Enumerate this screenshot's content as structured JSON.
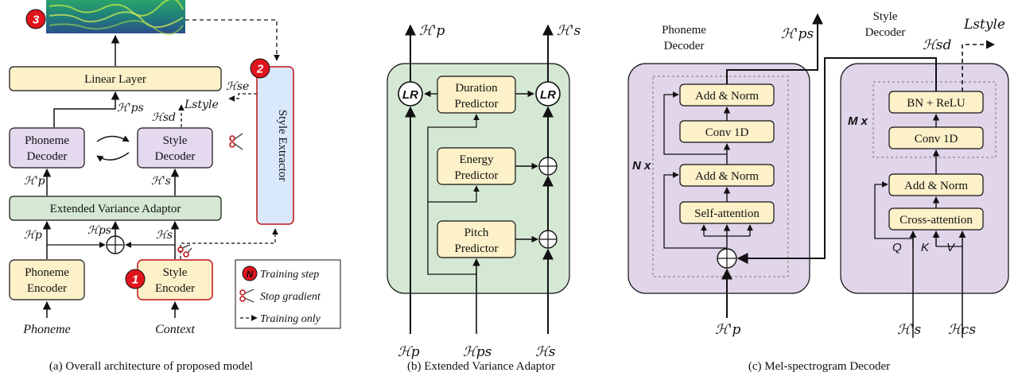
{
  "colors": {
    "box_yellow": "#fdf1c9",
    "box_purple": "#e4d9ef",
    "box_green": "#d5e8d4",
    "box_blue": "#dae8fc",
    "panel_purple": "#e1d5ea",
    "panel_green": "#d5e8d4",
    "marker_red": "#e0141c"
  },
  "panel_a": {
    "caption": "(a) Overall architecture of proposed model",
    "linear_layer": "Linear Layer",
    "phoneme_decoder": [
      "Phoneme",
      "Decoder"
    ],
    "style_decoder": [
      "Style",
      "Decoder"
    ],
    "extended_variance_adaptor": "Extended Variance Adaptor",
    "phoneme_encoder": [
      "Phoneme",
      "Encoder"
    ],
    "style_encoder": [
      "Style",
      "Encoder"
    ],
    "style_extractor": "Style Extractor",
    "input_phoneme": "Phoneme",
    "input_context": "Context",
    "markers": [
      "1",
      "2",
      "3"
    ],
    "labels": {
      "h_ps_prime": "ℋ'ps",
      "h_sd": "ℋsd",
      "l_style": "Lstyle",
      "h_se": "ℋse",
      "h_p_prime": "ℋ'p",
      "h_s_prime": "ℋ's",
      "h_p": "ℋp",
      "h_ps": "ℋps",
      "h_s": "ℋs"
    },
    "legend": {
      "training_step": "Training step",
      "stop_gradient": "Stop gradient",
      "training_only": "Training only",
      "badge": "N"
    }
  },
  "panel_b": {
    "caption": "(b) Extended Variance Adaptor",
    "duration_predictor": [
      "Duration",
      "Predictor"
    ],
    "energy_predictor": [
      "Energy",
      "Predictor"
    ],
    "pitch_predictor": [
      "Pitch",
      "Predictor"
    ],
    "lr": "LR",
    "labels": {
      "out_p": "ℋ'p",
      "out_s": "ℋ's",
      "in_p": "ℋp",
      "in_ps": "ℋps",
      "in_s": "ℋs"
    }
  },
  "panel_c": {
    "caption": "(c) Mel-spectrogram Decoder",
    "phoneme_decoder_title": [
      "Phoneme",
      "Decoder"
    ],
    "style_decoder_title": [
      "Style",
      "Decoder"
    ],
    "add_norm": "Add & Norm",
    "conv1d": "Conv 1D",
    "self_attention": "Self-attention",
    "bn_relu": "BN + ReLU",
    "cross_attention": "Cross-attention",
    "n_repeat": "N x",
    "m_repeat": "M x",
    "q": "Q",
    "k": "K",
    "v": "V",
    "labels": {
      "out_ps": "ℋ'ps",
      "out_sd": "ℋsd",
      "l_style": "Lstyle",
      "in_p": "ℋ'p",
      "in_s": "ℋ's",
      "in_cs": "ℋcs"
    }
  }
}
